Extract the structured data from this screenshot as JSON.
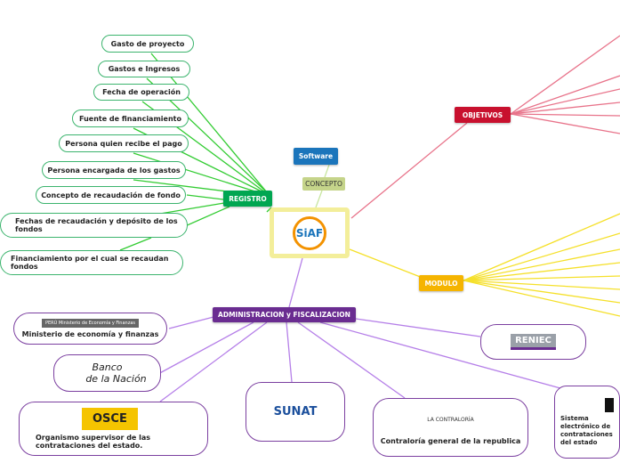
{
  "center": {
    "logo_text": "SiAF"
  },
  "concept": {
    "label": "CONCEPTO",
    "software": "Software"
  },
  "branches": {
    "registro": {
      "label": "REGISTRO",
      "color": "#00a651",
      "items": [
        "Gasto de proyecto",
        "Gastos e Ingresos",
        "Fecha de operación",
        "Fuente de financiamiento",
        "Persona quien recibe el pago",
        "Persona encargada de los gastos",
        "Concepto de recaudación de fondo",
        "Fechas de recaudación y depósito de los fondos",
        "Financiamiento por el cual se recaudan fondos"
      ]
    },
    "objetivos": {
      "label": "OBJETIVOS",
      "color": "#c8102e"
    },
    "modulo": {
      "label": "MODULO",
      "color": "#f5b400"
    },
    "admin": {
      "label": "ADMINISTRACION y FISCALIZACION",
      "color": "#6a2c91",
      "items": {
        "mef": {
          "logo": "PERÚ Ministerio de Economía y Finanzas",
          "label": "Ministerio de economía y finanzas"
        },
        "banco": {
          "logo1": "Banco",
          "logo2": "de la Nación"
        },
        "osce": {
          "logo": "OSCE",
          "label": "Organismo supervisor de las contrataciones del estado."
        },
        "sunat": {
          "logo": "SUNAT"
        },
        "contraloria": {
          "logo": "LA CONTRALORÍA",
          "label": "Contraloría general de la republica"
        },
        "reniec": {
          "logo": "RENIEC"
        },
        "seace": {
          "label": "Sistema electrónico de contrataciones del estado"
        }
      }
    }
  }
}
